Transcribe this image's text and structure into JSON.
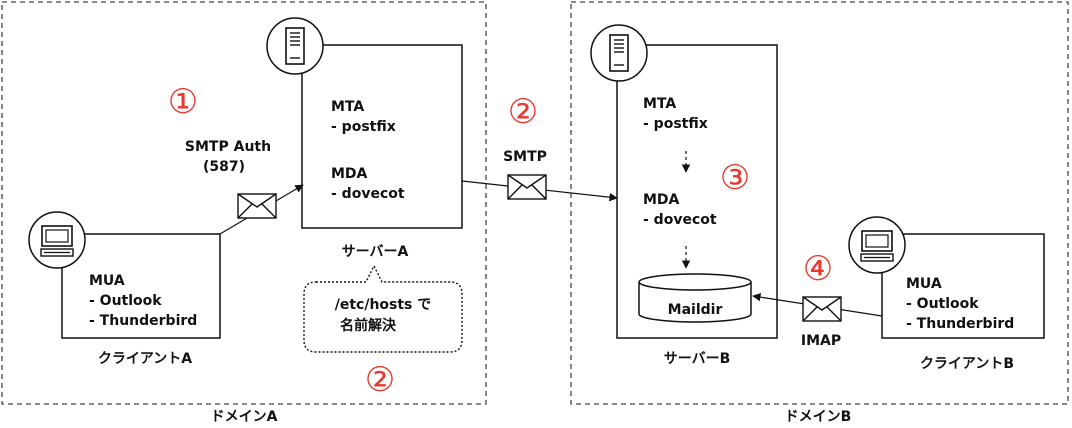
{
  "domains": {
    "a_label": "ドメインA",
    "b_label": "ドメインB"
  },
  "server_a": {
    "mta_line1": "MTA",
    "mta_line2": "- postfix",
    "mda_line1": "MDA",
    "mda_line2": "- dovecot",
    "caption": "サーバーA"
  },
  "server_b": {
    "mta_line1": "MTA",
    "mta_line2": "- postfix",
    "mda_line1": "MDA",
    "mda_line2": "- dovecot",
    "storage_label": "Maildir",
    "caption": "サーバーB"
  },
  "client_a": {
    "line1": "MUA",
    "line2": "- Outlook",
    "line3": "- Thunderbird",
    "caption": "クライアントA"
  },
  "client_b": {
    "line1": "MUA",
    "line2": "- Outlook",
    "line3": "- Thunderbird",
    "caption": "クライアントB"
  },
  "links": {
    "smtp_auth_line1": "SMTP Auth",
    "smtp_auth_line2": "(587)",
    "smtp": "SMTP",
    "imap": "IMAP"
  },
  "callout": {
    "line1": "/etc/hosts で",
    "line2": "名前解決"
  },
  "steps": {
    "step1": "①",
    "step2_top": "②",
    "step2_bottom": "②",
    "step3": "③",
    "step4": "④"
  },
  "colors": {
    "step_number": "#e8392f",
    "line": "#111111"
  }
}
